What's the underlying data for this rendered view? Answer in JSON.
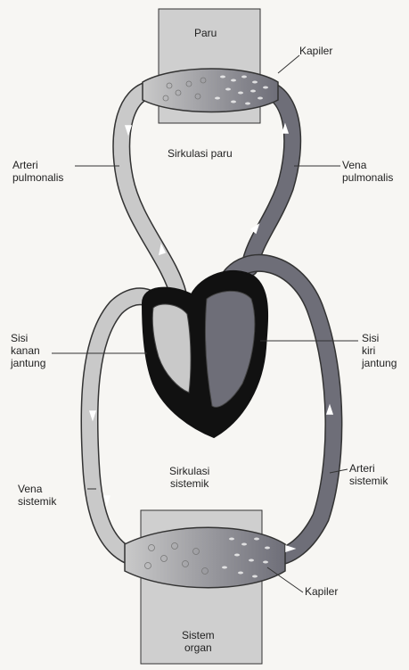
{
  "labels": {
    "paru": "Paru",
    "kapiler_top": "Kapiler",
    "sirkulasi_paru": "Sirkulasi paru",
    "arteri_pulmonalis": [
      "Arteri",
      "pulmonalis"
    ],
    "vena_pulmonalis": [
      "Vena",
      "pulmonalis"
    ],
    "sisi_kanan": [
      "Sisi",
      "kanan",
      "jantung"
    ],
    "sisi_kiri": [
      "Sisi",
      "kiri",
      "jantung"
    ],
    "sirkulasi_sistemik": [
      "Sirkulasi",
      "sistemik"
    ],
    "vena_sistemik": [
      "Vena",
      "sistemik"
    ],
    "arteri_sistemik": [
      "Arteri",
      "sistemik"
    ],
    "kapiler_bottom": "Kapiler",
    "sistem_organ": [
      "Sistem",
      "organ"
    ]
  },
  "colors": {
    "deoxygenated": "#c9c9c9",
    "oxygenated": "#6e6e78",
    "heart": "#111111",
    "organ_box": "#cfcfcf"
  }
}
